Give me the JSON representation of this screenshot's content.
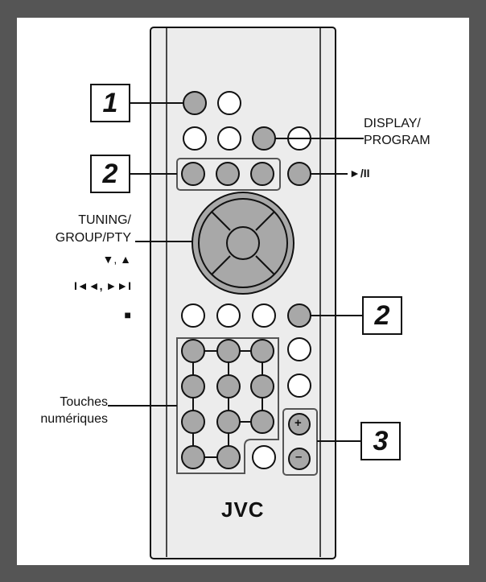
{
  "callouts": {
    "one": "1",
    "two_top": "2",
    "two_right": "2",
    "three": "3"
  },
  "labels": {
    "display_line1": "DISPLAY/",
    "display_line2": "PROGRAM",
    "play_pause": "►/II",
    "tuning_line1": "TUNING/",
    "tuning_line2": "GROUP/PTY",
    "tuning_arrows": "▼, ▲",
    "skip": "I◄◄, ►►I",
    "stop": "■",
    "numeric_line1": "Touches",
    "numeric_line2": "numériques"
  },
  "remote": {
    "brand": "JVC",
    "vol_plus": "+",
    "vol_minus": "–"
  },
  "colors": {
    "frame": "#555555",
    "remote_body": "#eeeeee",
    "button_gray": "#a8a8a8",
    "outline": "#111111"
  }
}
